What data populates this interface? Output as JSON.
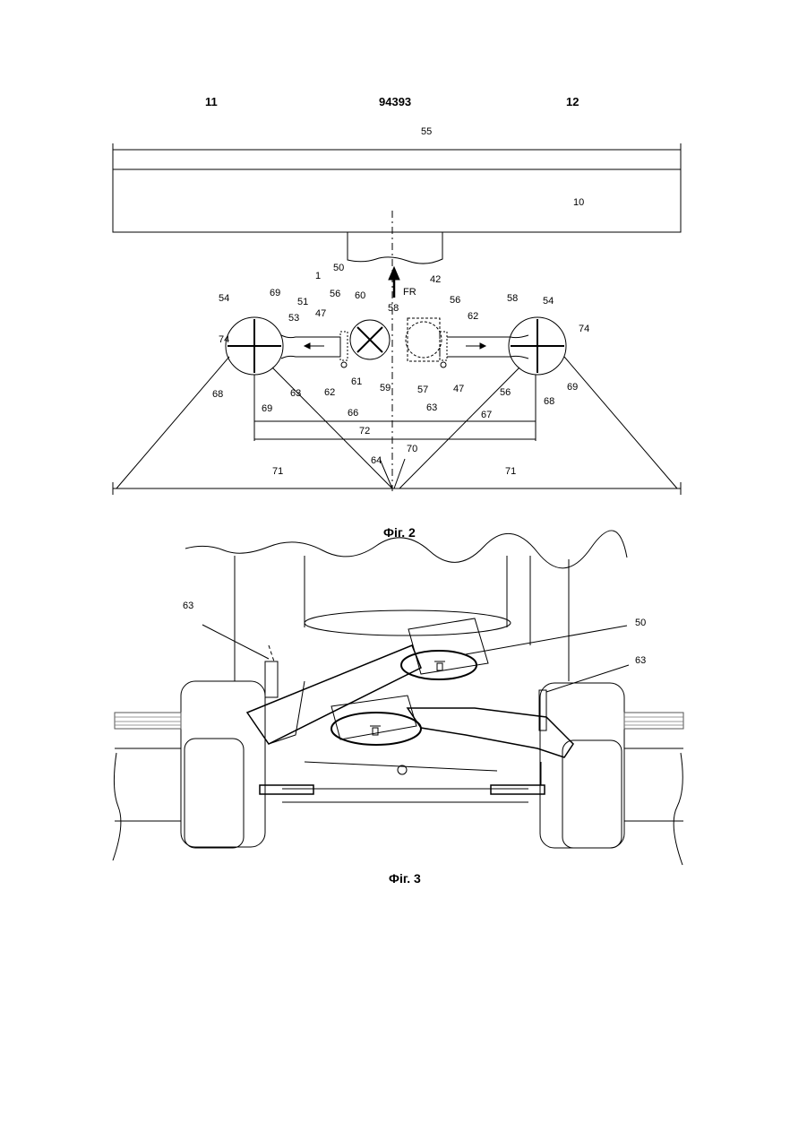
{
  "header": {
    "page_left": "11",
    "patent_number": "94393",
    "page_right": "12"
  },
  "figure2": {
    "caption": "Фіг. 2",
    "labels": {
      "l55": "55",
      "l10": "10",
      "lFR": "FR",
      "l1": "1",
      "l50": "50",
      "l42": "42",
      "l54a": "54",
      "l54b": "54",
      "l69a": "69",
      "l69b": "69",
      "l69c": "69",
      "l56a": "56",
      "l56b": "56",
      "l56c": "56",
      "l60": "60",
      "l58a": "58",
      "l58b": "58",
      "l51": "51",
      "l53": "53",
      "l47a": "47",
      "l47b": "47",
      "l62a": "62",
      "l62b": "62",
      "l74a": "74",
      "l74b": "74",
      "l68a": "68",
      "l68b": "68",
      "l63a": "63",
      "l63b": "63",
      "l61": "61",
      "l59": "59",
      "l57": "57",
      "l66": "66",
      "l67": "67",
      "l72": "72",
      "l70": "70",
      "l64": "64",
      "l71a": "71",
      "l71b": "71"
    }
  },
  "figure3": {
    "caption": "Фіг. 3",
    "labels": {
      "l63a": "63",
      "l50": "50",
      "l63b": "63"
    }
  }
}
